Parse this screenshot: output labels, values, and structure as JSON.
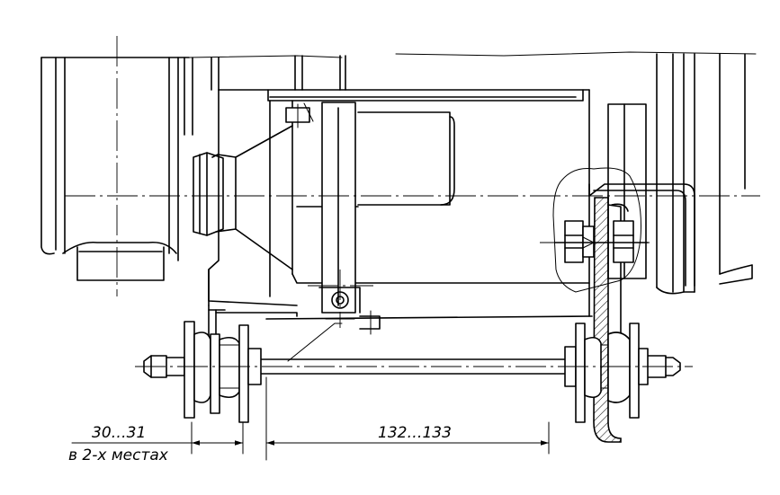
{
  "dimensions": {
    "gap": {
      "value": "30…31",
      "note": "в 2-х местах"
    },
    "span": {
      "value": "132…133"
    }
  }
}
